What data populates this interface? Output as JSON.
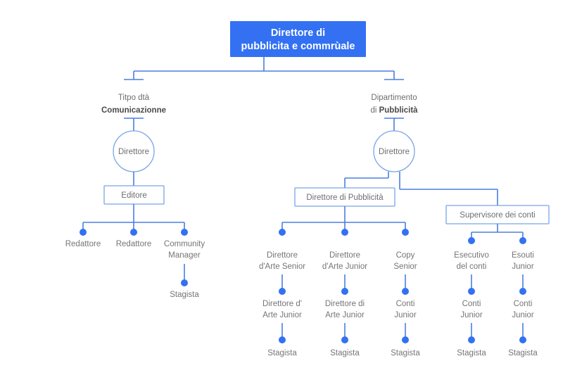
{
  "chart_data": {
    "type": "diagram",
    "title": "Organigramma Direttore di pubblicita e commruale",
    "orientation": "top-down",
    "accent_color": "#3371f2",
    "connector_color": "#4a7fe0",
    "box_stroke_color": "#7aa4e8",
    "text_color": "#6e6e6e",
    "background_color": "#ffffff"
  },
  "root": {
    "line1": "Direttore di",
    "line2": "pubblicita e commrùale"
  },
  "branches": {
    "left": {
      "header_line1": "Titpo dtà",
      "header_line2": "Comunicazionne",
      "director": "Direttore",
      "box": "Editore",
      "leaves": [
        {
          "line1": "Redattore",
          "line2": ""
        },
        {
          "line1": "Redattore",
          "line2": ""
        },
        {
          "line1": "Community",
          "line2": "Manager"
        }
      ],
      "community_child": "Stagista"
    },
    "right": {
      "header_line1": "Dipartimento",
      "header_line2a": "di ",
      "header_line2b": "Pubblicità",
      "director": "Direttore",
      "box_advertising": "Direttore di Pubblicità",
      "box_accounts": "Supervisore dei conti",
      "advertising_columns": [
        {
          "l1_line1": "Direttore",
          "l1_line2": "d'Arte Senior",
          "l2_line1": "Direttore d'",
          "l2_line2": "Arte Junior",
          "l3": "Stagista"
        },
        {
          "l1_line1": "Direttore",
          "l1_line2": "d'Arte Junior",
          "l2_line1": "Direttore di",
          "l2_line2": "Arte Junior",
          "l3": "Stagista"
        },
        {
          "l1_line1": "Copy",
          "l1_line2": "Senior",
          "l2_line1": "Conti",
          "l2_line2": "Junior",
          "l3": "Stagista"
        }
      ],
      "accounts_columns": [
        {
          "l1_line1": "Esecutivo",
          "l1_line2": "del conti",
          "l2_line1": "Conti",
          "l2_line2": "Junior",
          "l3": "Stagista"
        },
        {
          "l1_line1": "Esouti",
          "l1_line2": "Junior",
          "l2_line1": "Conti",
          "l2_line2": "Junior",
          "l3": "Stagista"
        }
      ]
    }
  }
}
